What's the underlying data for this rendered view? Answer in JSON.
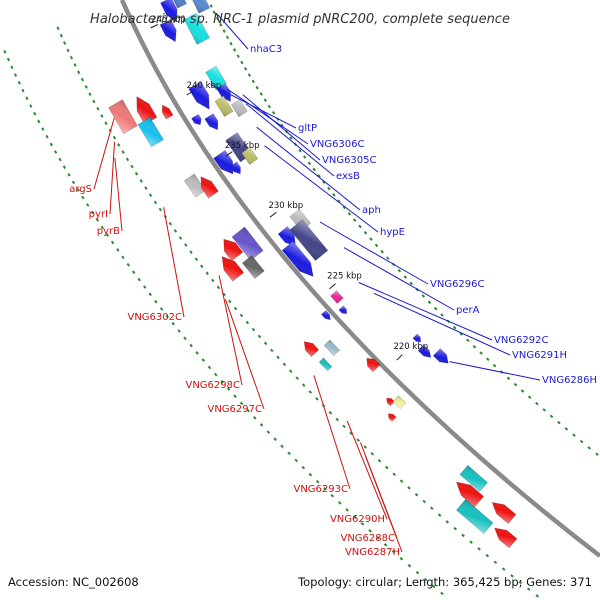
{
  "title": "Halobacterium sp. NRC-1 plasmid pNRC200, complete sequence",
  "footer": {
    "accession": "Accession: NC_002608",
    "summary": "Topology: circular; Length: 365,425 bp; Genes: 371"
  },
  "colors": {
    "backbone": "#8a8a8a",
    "tick": "#2a8a2a",
    "forward_label": "#1a1ad0",
    "reverse_label": "#cc1111"
  },
  "ticks": [
    {
      "label": "245 kbp"
    },
    {
      "label": "240 kbp"
    },
    {
      "label": "235 kbp"
    },
    {
      "label": "230 kbp"
    },
    {
      "label": "225 kbp"
    },
    {
      "label": "220 kbp"
    }
  ],
  "gene_labels": [
    {
      "text": "nhaC3",
      "strand": "forward"
    },
    {
      "text": "gltP",
      "strand": "forward"
    },
    {
      "text": "VNG6306C",
      "strand": "forward"
    },
    {
      "text": "VNG6305C",
      "strand": "forward"
    },
    {
      "text": "exsB",
      "strand": "forward"
    },
    {
      "text": "aph",
      "strand": "forward"
    },
    {
      "text": "hypE",
      "strand": "forward"
    },
    {
      "text": "VNG6296C",
      "strand": "forward"
    },
    {
      "text": "perA",
      "strand": "forward"
    },
    {
      "text": "VNG6292C",
      "strand": "forward"
    },
    {
      "text": "VNG6291H",
      "strand": "forward"
    },
    {
      "text": "VNG6286H",
      "strand": "forward"
    },
    {
      "text": "argS",
      "strand": "reverse"
    },
    {
      "text": "pyrI",
      "strand": "reverse"
    },
    {
      "text": "pyrB",
      "strand": "reverse"
    },
    {
      "text": "VNG6302C",
      "strand": "reverse"
    },
    {
      "text": "VNG6298C",
      "strand": "reverse"
    },
    {
      "text": "VNG6297C",
      "strand": "reverse"
    },
    {
      "text": "VNG6293C",
      "strand": "reverse"
    },
    {
      "text": "VNG6290H",
      "strand": "reverse"
    },
    {
      "text": "VNG6288C",
      "strand": "reverse"
    },
    {
      "text": "VNG6287H",
      "strand": "reverse"
    }
  ]
}
